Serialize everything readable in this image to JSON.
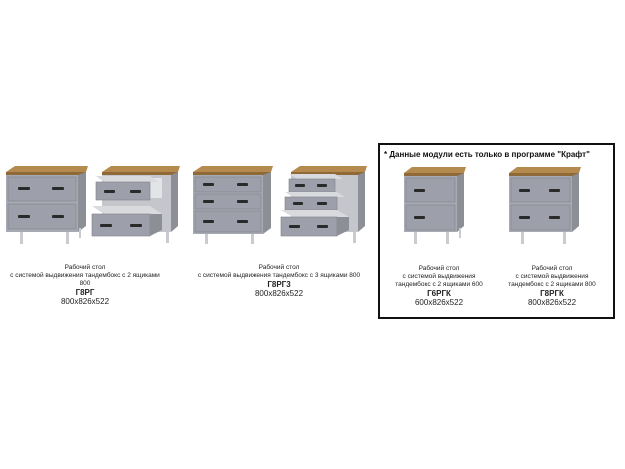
{
  "notice": "* Данные модули есть только в программе \"Крафт\"",
  "products": [
    {
      "line1": "Рабочий стол",
      "line2": "с системой выдвижения тандембокс с 2 ящиками 800",
      "code": "Г8РГ",
      "size": "800х826х522"
    },
    {
      "line1": "Рабочий стол",
      "line2": "с системой выдвижения тандембокс с 3 ящиками 800",
      "code": "Г8РГ3",
      "size": "800х826х522"
    },
    {
      "line1": "Рабочий стол",
      "line2": "с системой выдвижения тандембокс с 2 ящиками 600",
      "code": "Г6РГК",
      "size": "600х826х522"
    },
    {
      "line1": "Рабочий стол",
      "line2": "с системой выдвижения тандембокс с 2 ящиками 800",
      "code": "Г8РГК",
      "size": "800х826х522"
    }
  ]
}
